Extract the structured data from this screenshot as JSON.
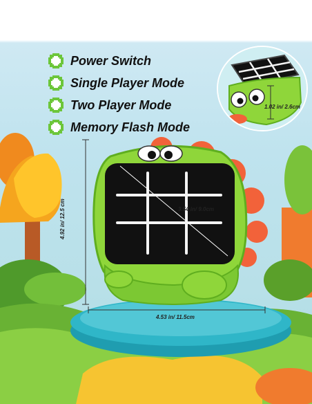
{
  "features": [
    {
      "label": "Power Switch",
      "icon": "green-pixel-circle-icon"
    },
    {
      "label": "Single Player Mode",
      "icon": "green-pixel-circle-icon"
    },
    {
      "label": "Two Player Mode",
      "icon": "green-pixel-circle-icon"
    },
    {
      "label": "Memory Flash Mode",
      "icon": "green-pixel-circle-icon"
    }
  ],
  "dimensions": {
    "thickness": "1.02 in/ 2.6cm",
    "height": "4.92 in/ 12.5 cm",
    "diagonal": "3.54 in/ 9.0cm",
    "width": "4.53 in/ 11.5cm"
  },
  "colors": {
    "toy_body": "#8fd63a",
    "toy_dark": "#5fae1f",
    "screen": "#111111",
    "spikes": "#f2623a",
    "bullet": "#6cc63a",
    "platform": "#2fb6c8",
    "sky": "#bfe3ee"
  }
}
